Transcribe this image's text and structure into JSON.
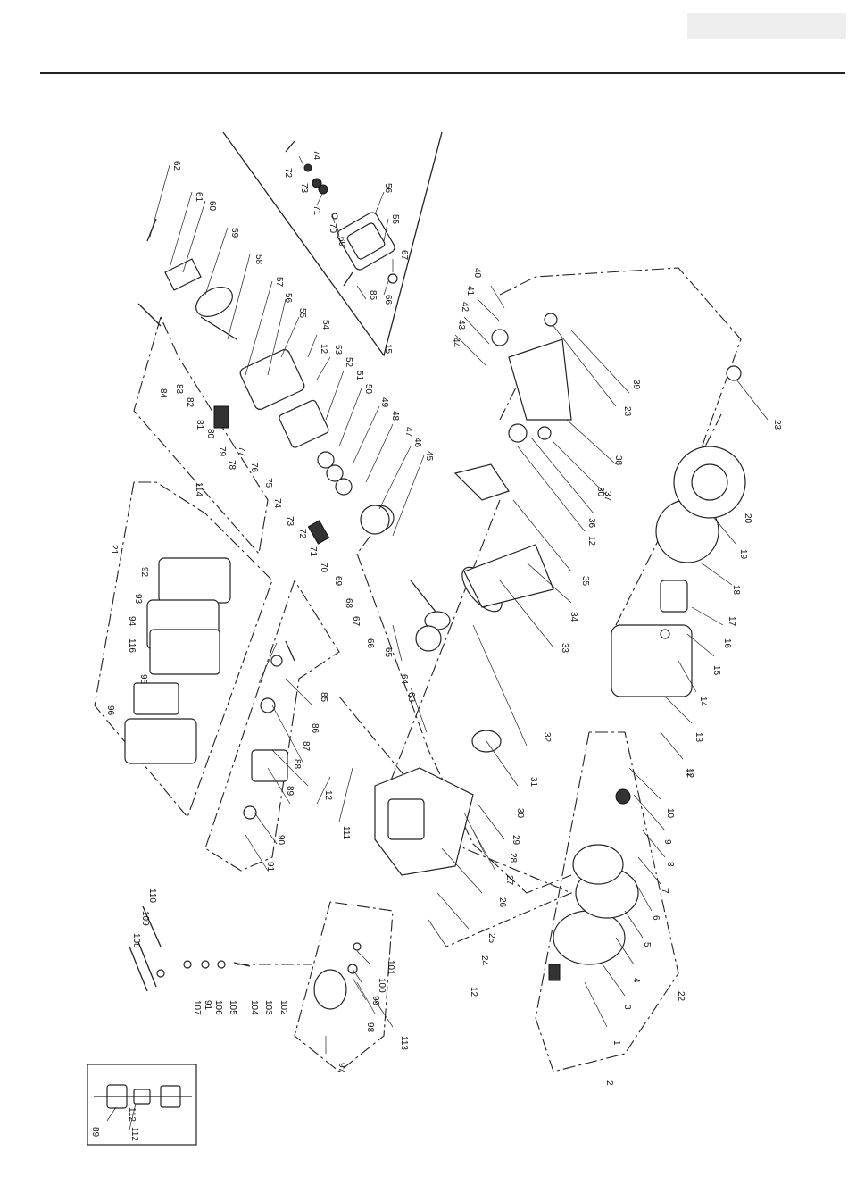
{
  "labels": [
    "1",
    "2",
    "3",
    "4",
    "5",
    "6",
    "7",
    "8",
    "9",
    "10",
    "11",
    "12",
    "13",
    "14",
    "15",
    "16",
    "17",
    "18",
    "19",
    "20",
    "21",
    "22",
    "23",
    "24",
    "25",
    "26",
    "27",
    "28",
    "29",
    "30",
    "31",
    "32",
    "33",
    "34",
    "35",
    "36",
    "37",
    "38",
    "39",
    "40",
    "41",
    "42",
    "43",
    "44",
    "45",
    "46",
    "47",
    "48",
    "49",
    "50",
    "51",
    "52",
    "53",
    "54",
    "55",
    "56",
    "57",
    "58",
    "59",
    "60",
    "61",
    "62",
    "63",
    "64",
    "65",
    "66",
    "67",
    "68",
    "69",
    "70",
    "71",
    "72",
    "73",
    "74",
    "75",
    "76",
    "77",
    "78",
    "79",
    "80",
    "81",
    "82",
    "83",
    "84",
    "85",
    "86",
    "87",
    "88",
    "89",
    "90",
    "91",
    "92",
    "93",
    "94",
    "95",
    "96",
    "97",
    "98",
    "99",
    "100",
    "101",
    "102",
    "103",
    "104",
    "105",
    "106",
    "107",
    "108",
    "109",
    "110",
    "111",
    "112",
    "113",
    "114",
    "116"
  ],
  "inset_labels": [
    "89",
    "112"
  ]
}
